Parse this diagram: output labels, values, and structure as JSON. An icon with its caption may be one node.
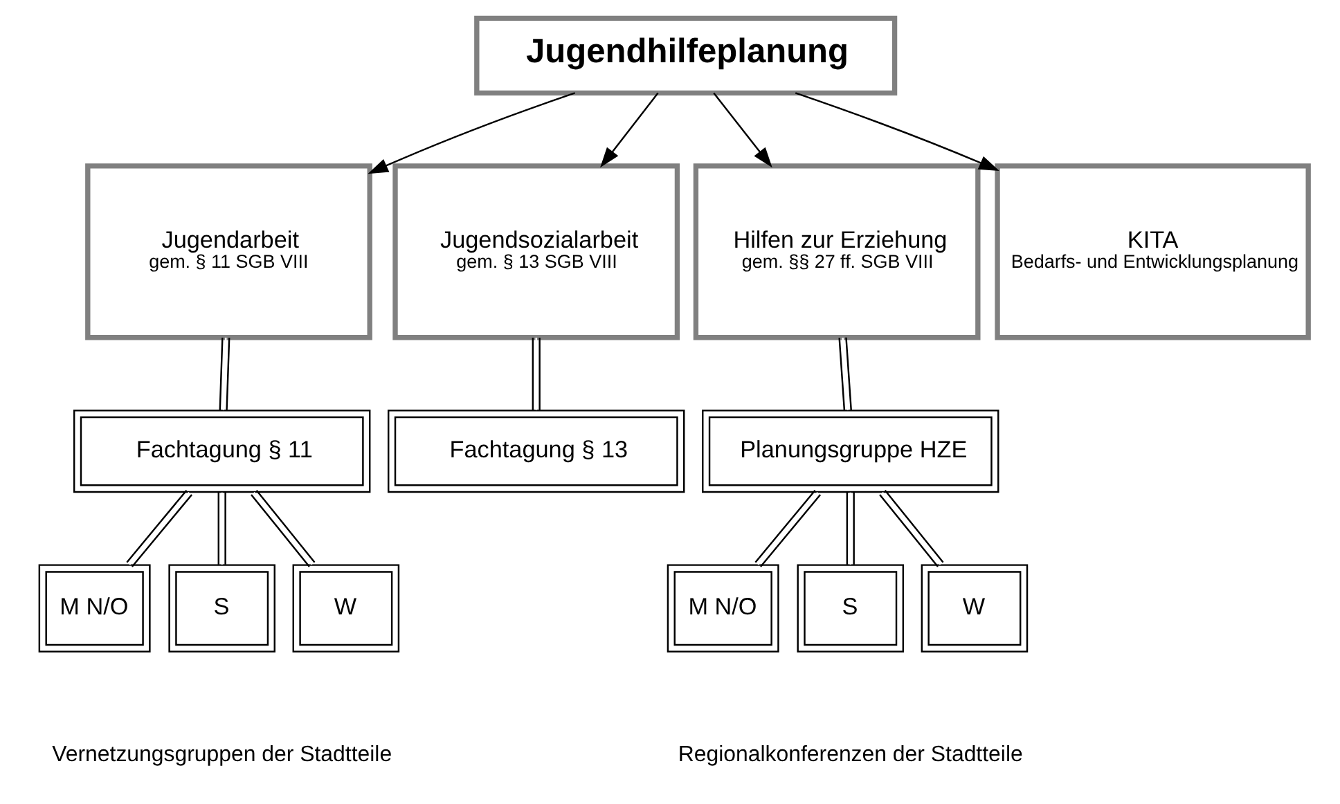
{
  "diagram": {
    "nodes": [
      {
        "text": [
          "Jugendhilfeplanung"
        ]
      },
      {
        "text": [
          "Jugendarbeit",
          "gem. § 11 SGB VIII"
        ]
      },
      {
        "text": [
          "Jugendsozialarbeit",
          "gem. § 13 SGB VIII"
        ]
      },
      {
        "text": [
          "Hilfen zur Erziehung",
          "gem. §§ 27 ff. SGB VIII"
        ]
      },
      {
        "text": [
          "KITA",
          "Bedarfs- und Entwicklungsplanung"
        ]
      },
      {
        "text": [
          "Fachtagung § 11"
        ]
      },
      {
        "text": [
          "Fachtagung § 13"
        ]
      },
      {
        "text": [
          "Planungsgruppe HZE"
        ]
      },
      {
        "text": [
          "M N/O"
        ]
      },
      {
        "text": [
          "S"
        ]
      },
      {
        "text": [
          "W"
        ]
      },
      {
        "text": [
          "M N/O"
        ]
      },
      {
        "text": [
          "S"
        ]
      },
      {
        "text": [
          "W"
        ]
      }
    ],
    "edges": [
      {
        "from": 0,
        "to": 1,
        "arrow": "to"
      },
      {
        "from": 0,
        "to": 2,
        "arrow": "to"
      },
      {
        "from": 0,
        "to": 3,
        "arrow": "to"
      },
      {
        "from": 0,
        "to": 4,
        "arrow": "to"
      },
      {
        "from": 1,
        "to": 5,
        "arrow": "none"
      },
      {
        "from": 2,
        "to": 6,
        "arrow": "none"
      },
      {
        "from": 3,
        "to": 7,
        "arrow": "none"
      },
      {
        "from": 5,
        "to": 8,
        "arrow": "none"
      },
      {
        "from": 5,
        "to": 9,
        "arrow": "none"
      },
      {
        "from": 5,
        "to": 10,
        "arrow": "none"
      },
      {
        "from": 7,
        "to": 11,
        "arrow": "none"
      },
      {
        "from": 7,
        "to": 12,
        "arrow": "none"
      },
      {
        "from": 7,
        "to": 13,
        "arrow": "none"
      }
    ],
    "labels": [
      "Vernetzungsgruppen der Stadtteile",
      "Regionalkonferenzen der Stadtteile"
    ]
  }
}
